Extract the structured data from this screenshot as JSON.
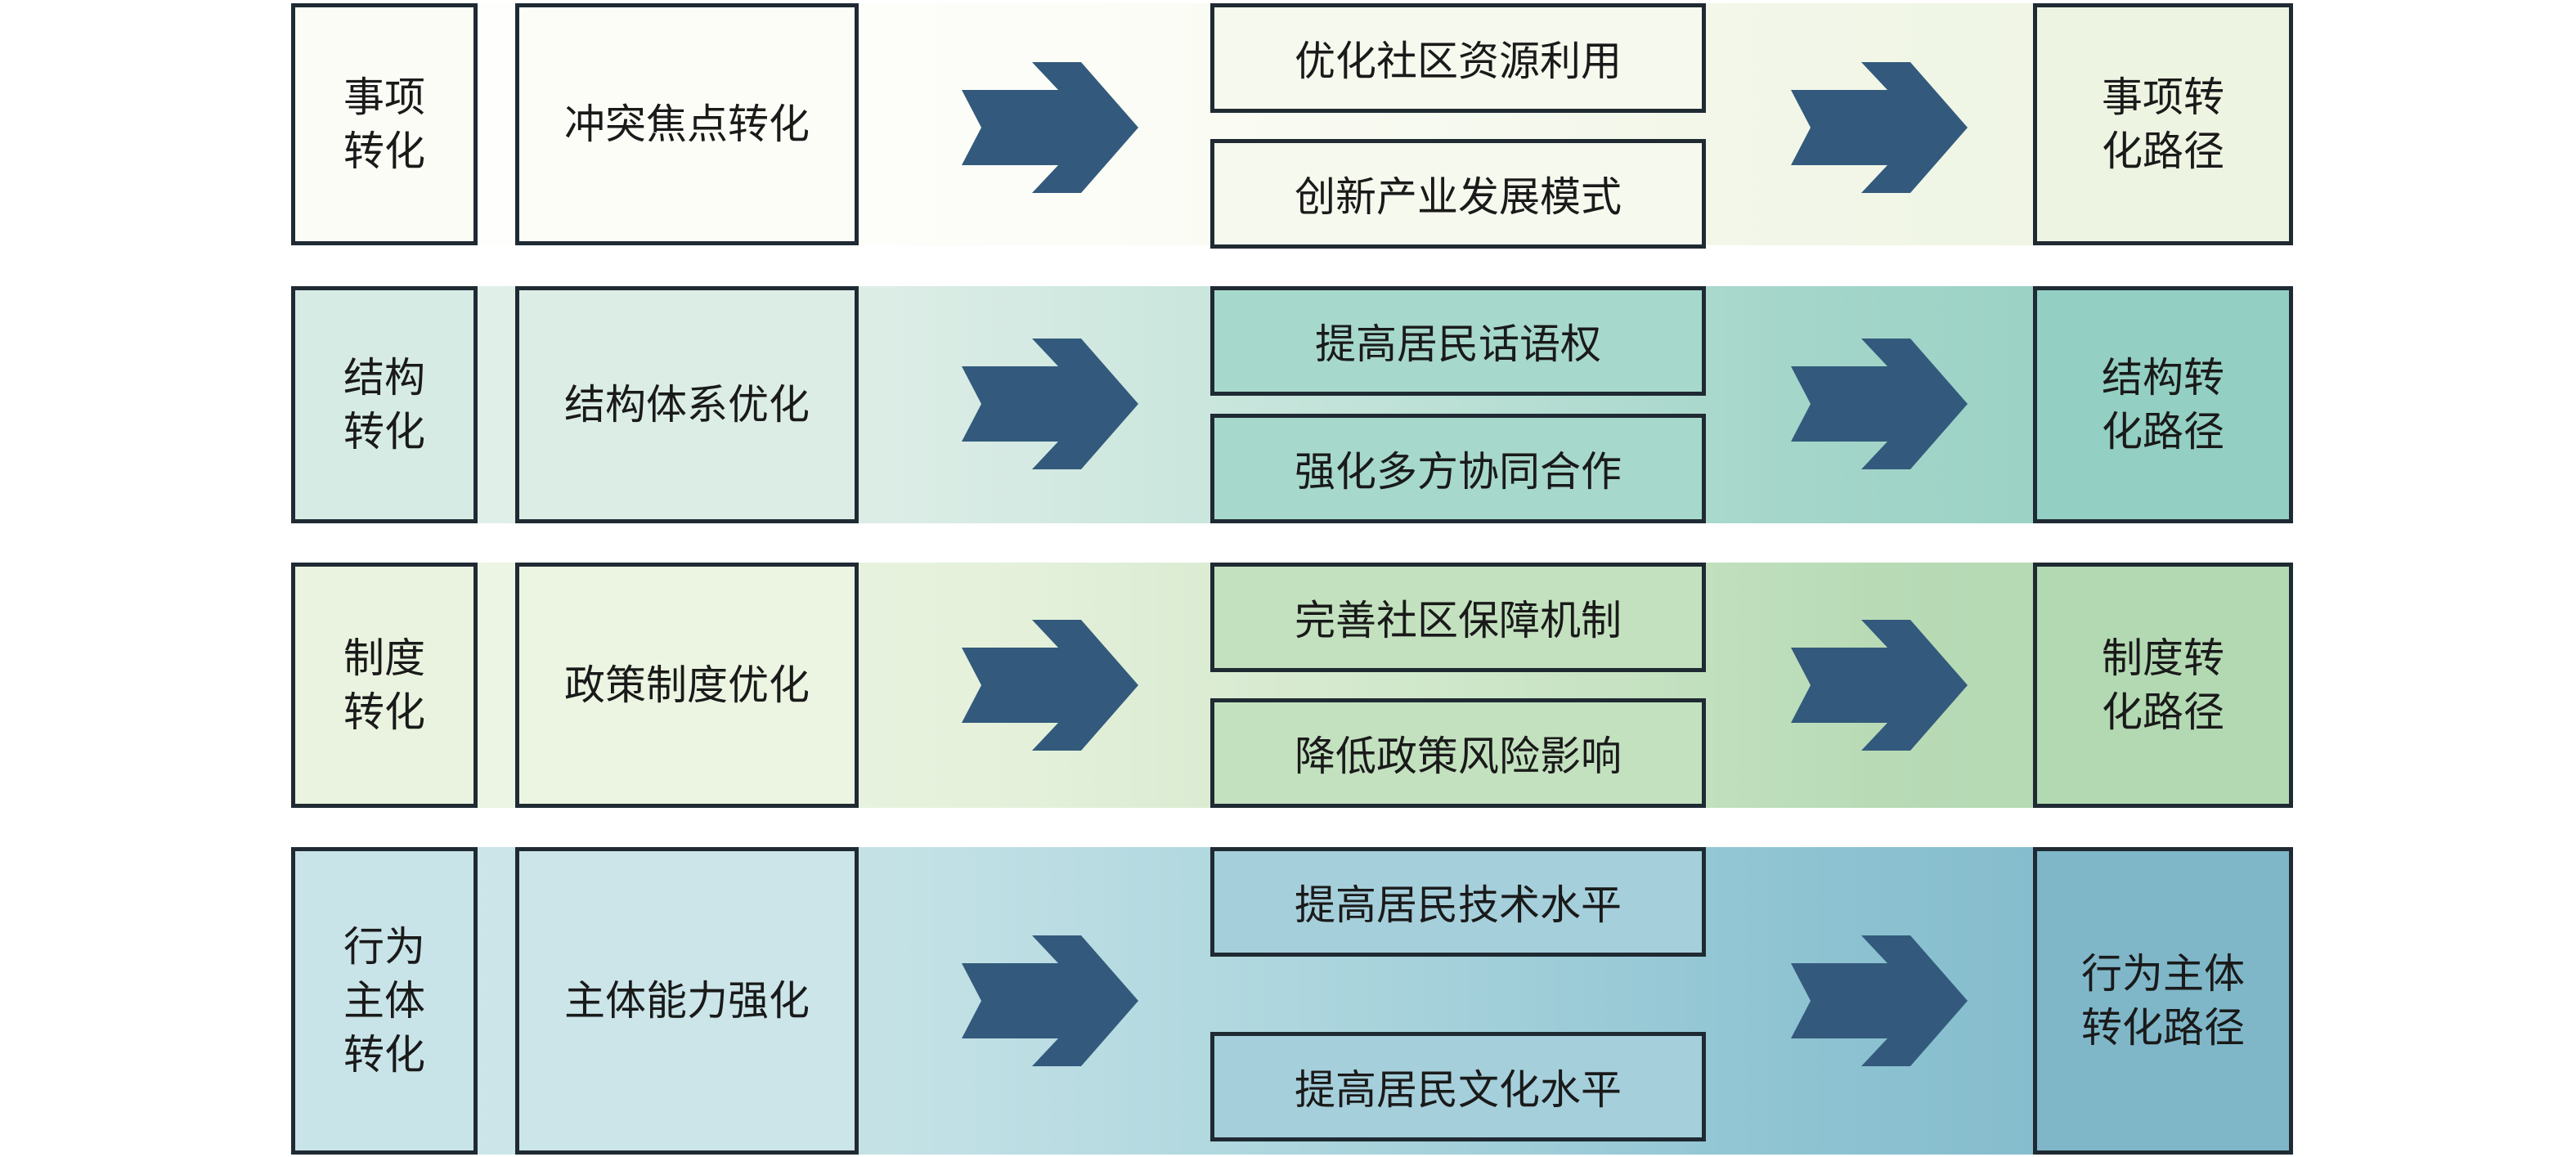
{
  "colors": {
    "arrow": "#335a7c",
    "border": "#1f2a33",
    "row1_left": "#fcfdf7",
    "row1_right": "#eef4e2",
    "row2_left": "#e0efe8",
    "row2_right": "#95cfc2",
    "row3_left": "#edf5e3",
    "row3_right": "#b3d9b3",
    "row4_left": "#cfe6ea",
    "row4_right": "#7fb7c9"
  },
  "rows": [
    {
      "label": "事项\n转化",
      "focus": "冲突焦点转化",
      "measures": [
        "优化社区资源利用",
        "创新产业发展模式"
      ],
      "path": "事项转\n化路径"
    },
    {
      "label": "结构\n转化",
      "focus": "结构体系优化",
      "measures": [
        "提高居民话语权",
        "强化多方协同合作"
      ],
      "path": "结构转\n化路径"
    },
    {
      "label": "制度\n转化",
      "focus": "政策制度优化",
      "measures": [
        "完善社区保障机制",
        "降低政策风险影响"
      ],
      "path": "制度转\n化路径"
    },
    {
      "label": "行为\n主体\n转化",
      "focus": "主体能力强化",
      "measures": [
        "提高居民技术水平",
        "提高居民文化水平"
      ],
      "path": "行为主体\n转化路径"
    }
  ]
}
